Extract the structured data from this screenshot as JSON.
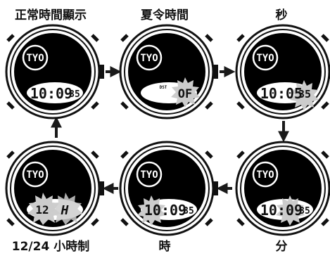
{
  "steps": [
    {
      "title": "正常時間顯示",
      "tz": "TYO",
      "display": {
        "main": "10:09",
        "sec": "35"
      },
      "flash": ""
    },
    {
      "title": "夏令時間",
      "tz": "TYO",
      "display": {
        "label": "DST",
        "value": "OF"
      },
      "flash": "value"
    },
    {
      "title": "秒",
      "tz": "TYO",
      "display": {
        "main": "10:05",
        "sec": "35"
      },
      "flash": "sec"
    },
    {
      "title": "分",
      "tz": "TYO",
      "display": {
        "main": "10:09",
        "sec": "35"
      },
      "flash": "min"
    },
    {
      "title": "時",
      "tz": "TYO",
      "display": {
        "main": "10:09",
        "sec": "35"
      },
      "flash": "hour"
    },
    {
      "title": "12/24 小時制",
      "tz": "TYO",
      "display": {
        "mode": "12",
        "unit": "H"
      },
      "flash": "mode"
    }
  ],
  "colors": {
    "bezel": "#000000",
    "case": "#ffffff",
    "lcd": "#ffffff",
    "flash": "#cccccc",
    "arrow": "#1a1a1a"
  }
}
